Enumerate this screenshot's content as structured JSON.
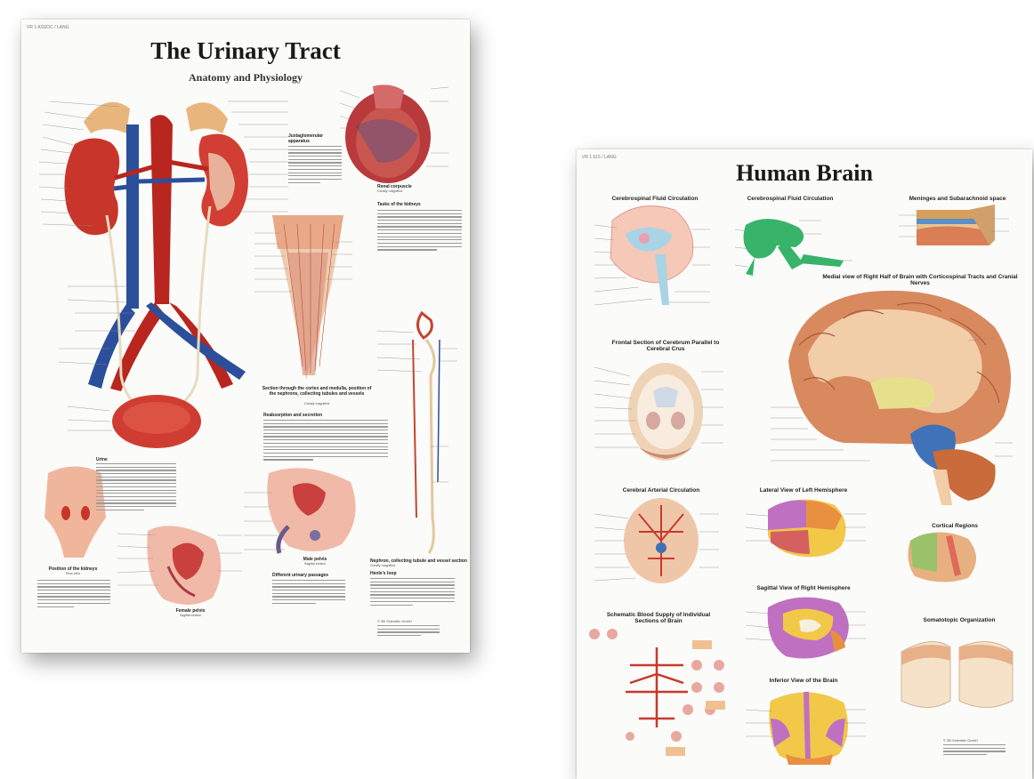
{
  "urinary_poster": {
    "title": "The Urinary Tract",
    "subtitle": "Anatomy and Physiology",
    "sections": {
      "juxtaglomerular": "Juxtaglomerular apparatus",
      "renal_corpuscle": "Renal corpuscle",
      "renal_corpuscle_note": "Greatly magnified",
      "tasks": "Tasks of the kidneys",
      "section_cortex": "Section through the cortex and medulla, position of the nephrons, collecting tubules and vessels",
      "section_cortex_note": "Greatly magnified",
      "reabsorption": "Reabsorption and secretion",
      "urine": "Urine",
      "position_kidneys": "Position of the kidneys",
      "position_kidneys_note": "Rear view",
      "female_pelvis": "Female pelvis",
      "female_pelvis_note": "Sagittal section",
      "male_pelvis": "Male pelvis",
      "male_pelvis_note": "Sagittal section",
      "different_passages": "Different urinary passages",
      "nephron": "Nephron, collecting tubule and vessel section",
      "nephron_note": "Greatly magnified",
      "henle": "Henle's loop"
    },
    "publisher": "© 3B Scientific GmbH"
  },
  "brain_poster": {
    "title": "Human Brain",
    "sections": {
      "csf_1": "Cerebrospinal Fluid Circulation",
      "csf_2": "Cerebrospinal Fluid Circulation",
      "meninges": "Meninges and Subarachnoid space",
      "medial_view": "Medial view of Right Half of Brain with Corticospinal Tracts and Cranial Nerves",
      "frontal_section": "Frontal Section of Cerebrum Parallel to Cerebral Crus",
      "arterial": "Cerebral Arterial Circulation",
      "lateral_view": "Lateral View of Left Hemisphere",
      "cortical": "Cortical Regions",
      "sagittal": "Sagittal View of Right Hemisphere",
      "schematic": "Schematic Blood Supply of Individual Sections of Brain",
      "inferior": "Inferior View of the Brain",
      "somatotopic": "Somatotopic Organization"
    },
    "publisher": "© 3B Scientific GmbH"
  }
}
